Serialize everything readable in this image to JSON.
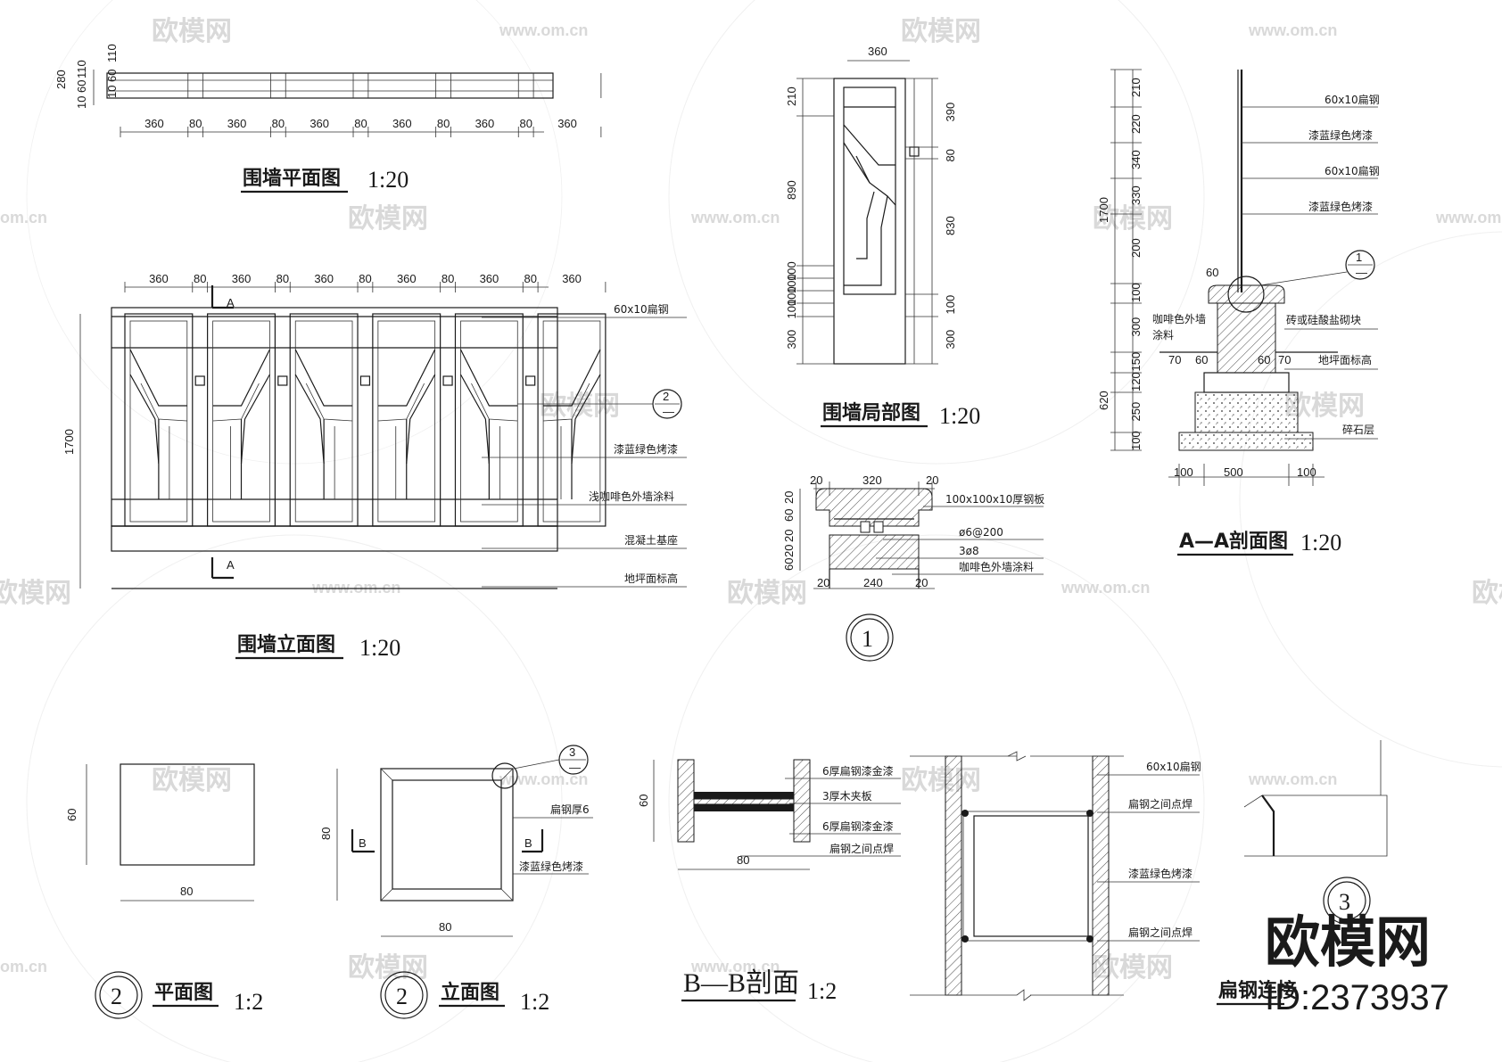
{
  "watermark": {
    "text": "欧模网",
    "url": "www.om.cn",
    "url_short": "om.cn"
  },
  "brand": {
    "name": "欧模网",
    "id": "ID:2373937"
  },
  "plan": {
    "title": "围墙平面图",
    "scale": "1:20",
    "dims": [
      "360",
      "80",
      "360",
      "80",
      "360",
      "80",
      "360",
      "80",
      "360",
      "80",
      "360"
    ],
    "side_dims": [
      "280",
      "10",
      "60",
      "110",
      "10",
      "60",
      "110"
    ]
  },
  "elevation": {
    "title": "围墙立面图",
    "scale": "1:20",
    "dims": [
      "360",
      "80",
      "360",
      "80",
      "360",
      "80",
      "360",
      "80",
      "360",
      "80",
      "360"
    ],
    "height": "1700",
    "section_mark": "A",
    "callout_num": "2",
    "callout_den": "—",
    "labels": [
      "60x10扁钢",
      "漆蓝绿色烤漆",
      "浅咖啡色外墙涂料",
      "混凝土基座",
      "地坪面标高"
    ]
  },
  "partial": {
    "title": "围墙局部图",
    "scale": "1:20",
    "width": "360",
    "left_dims": [
      "210",
      "890",
      "100",
      "100",
      "100",
      "100",
      "300"
    ],
    "right_dims": [
      "390",
      "80",
      "830",
      "100",
      "300"
    ]
  },
  "detail1": {
    "num": "1",
    "top_dims": [
      "20",
      "320",
      "20"
    ],
    "bottom_dims": [
      "20",
      "240",
      "20"
    ],
    "left_dims": [
      "20",
      "60",
      "20",
      "20",
      "60"
    ],
    "labels": [
      "100x100x10厚钢板",
      "ø6@200",
      "3ø8",
      "咖啡色外墙涂料"
    ]
  },
  "sectionAA": {
    "title": "A—A剖面图",
    "scale": "1:20",
    "left_dims": [
      "210",
      "220",
      "340",
      "330",
      "200",
      "100",
      "300",
      "150",
      "120",
      "250",
      "100"
    ],
    "total_dims": [
      "1700",
      "620"
    ],
    "small_dims": [
      "60",
      "70",
      "60",
      "60",
      "70"
    ],
    "bottom_dims": [
      "100",
      "500",
      "100"
    ],
    "callout_num": "1",
    "callout_den": "—",
    "labels": [
      "60x10扁钢",
      "漆蓝绿色烤漆",
      "60x10扁钢",
      "漆蓝绿色烤漆",
      "砖或硅酸盐砌块",
      "地坪面标高",
      "碎石层"
    ],
    "wall_label": [
      "咖啡色外墙",
      "涂料"
    ]
  },
  "plan2": {
    "num": "2",
    "title": "平面图",
    "scale": "1:2",
    "w": "80",
    "h": "60"
  },
  "elev2": {
    "num": "2",
    "title": "立面图",
    "scale": "1:2",
    "w": "80",
    "h": "80",
    "section_mark": "B",
    "callout_num": "3",
    "callout_den": "—",
    "labels": [
      "扁钢厚6",
      "漆蓝绿色烤漆"
    ]
  },
  "sectionBB": {
    "title": "B—B剖面",
    "scale": "1:2",
    "w": "80",
    "h": "60",
    "labels": [
      "6厚扁钢漆金漆",
      "3厚木夹板",
      "6厚扁钢漆金漆",
      "扁钢之间点焊"
    ]
  },
  "detail3": {
    "num": "3",
    "title": "扁钢连接",
    "labels": [
      "60x10扁钢",
      "扁钢之间点焊",
      "漆蓝绿色烤漆",
      "扁钢之间点焊"
    ]
  }
}
